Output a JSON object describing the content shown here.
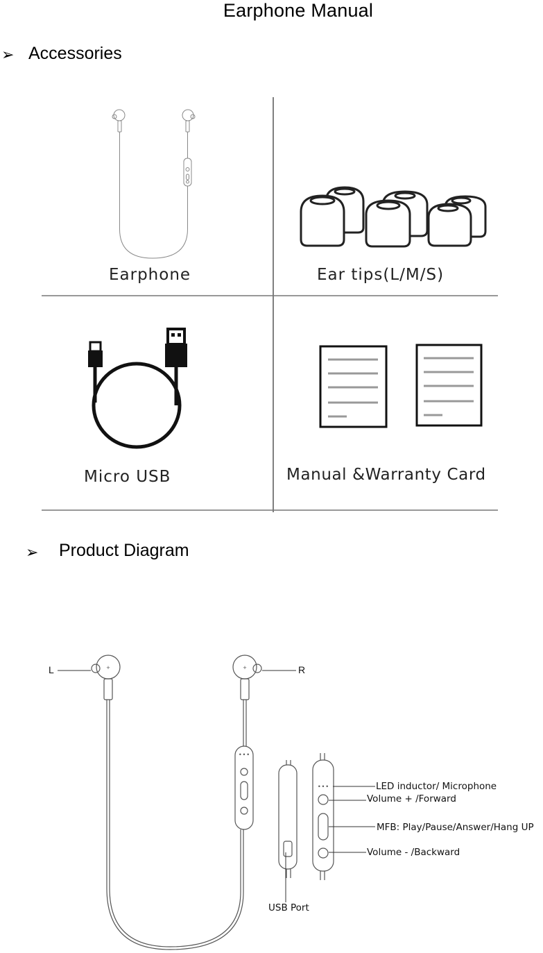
{
  "document": {
    "title": "Earphone Manual"
  },
  "sections": {
    "accessories": {
      "bullet": "➢",
      "heading": "Accessories",
      "items": {
        "earphone": "Earphone",
        "ear_tips": "Ear tips(L/M/S)",
        "micro_usb": "Micro USB",
        "manual_card": "Manual &Warranty Card"
      }
    },
    "product_diagram": {
      "bullet": "➢",
      "heading": "Product Diagram",
      "labels": {
        "left": "L",
        "right": "R",
        "led": "LED inductor/ Microphone",
        "vol_up": "Volume + /Forward",
        "mfb": "MFB: Play/Pause/Answer/Hang UP",
        "vol_down": "Volume - /Backward",
        "usb_port": "USB Port"
      }
    }
  }
}
